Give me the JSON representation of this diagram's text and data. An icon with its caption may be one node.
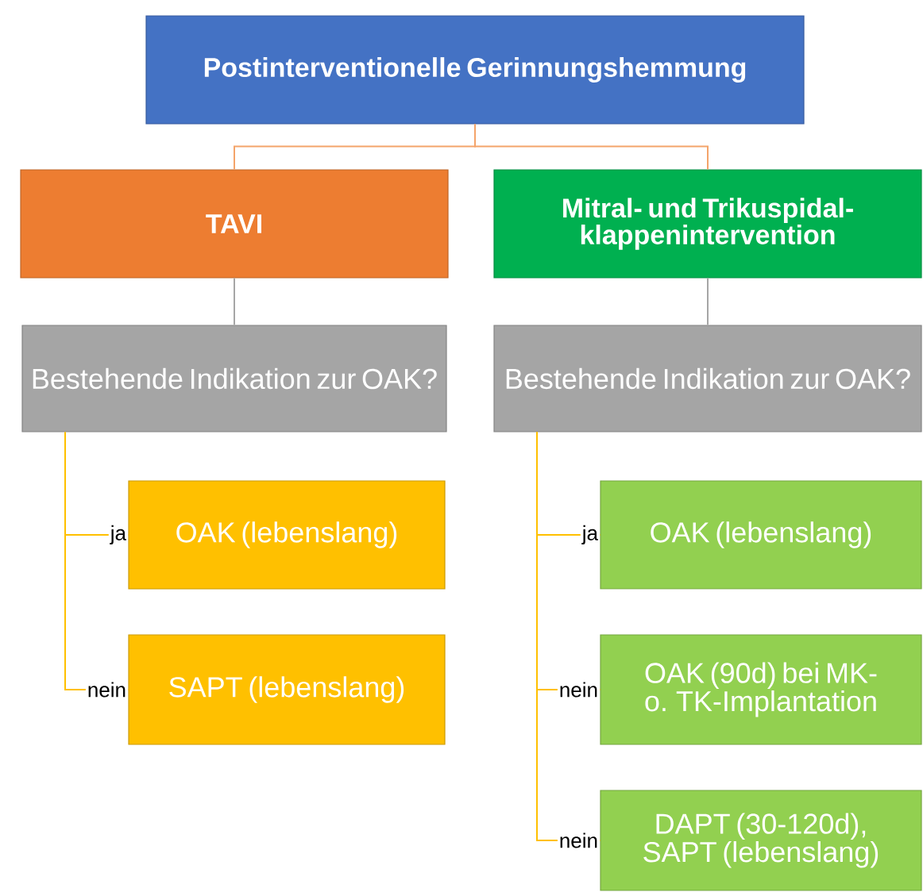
{
  "diagram": {
    "nodes": [
      {
        "text": [
          "Postinterventionelle Gerinnungshemmung"
        ]
      },
      {
        "text": [
          "TAVI"
        ]
      },
      {
        "text": [
          "Mitral- und Trikuspidal- klappenintervention"
        ]
      },
      {
        "text": [
          "Bestehende Indikation zur OAK?"
        ]
      },
      {
        "text": [
          "Bestehende Indikation zur OAK?"
        ]
      },
      {
        "text": [
          "OAK (lebenslang)"
        ]
      },
      {
        "text": [
          "SAPT (lebenslang)"
        ]
      },
      {
        "text": [
          "OAK (lebenslang)"
        ]
      },
      {
        "text": [
          "OAK (90d) bei MK- o. TK-Implantation"
        ]
      },
      {
        "text": [
          "DAPT (30-120d), SAPT (lebenslang)"
        ]
      }
    ],
    "edges": [
      {
        "from": 0,
        "to": 1,
        "arrow": "none",
        "color": "#f4a46a"
      },
      {
        "from": 0,
        "to": 2,
        "arrow": "none",
        "color": "#f4a46a"
      },
      {
        "from": 1,
        "to": 3,
        "arrow": "none",
        "color": "#a6a6a6"
      },
      {
        "from": 2,
        "to": 4,
        "arrow": "none",
        "color": "#a6a6a6"
      },
      {
        "from": 3,
        "to": 5,
        "arrow": "none",
        "label": "ja"
      },
      {
        "from": 3,
        "to": 6,
        "arrow": "none",
        "label": "nein"
      },
      {
        "from": 4,
        "to": 7,
        "arrow": "none",
        "label": "ja"
      },
      {
        "from": 4,
        "to": 8,
        "arrow": "none",
        "label": "nein"
      },
      {
        "from": 4,
        "to": 9,
        "arrow": "none",
        "label": "nein"
      }
    ]
  }
}
